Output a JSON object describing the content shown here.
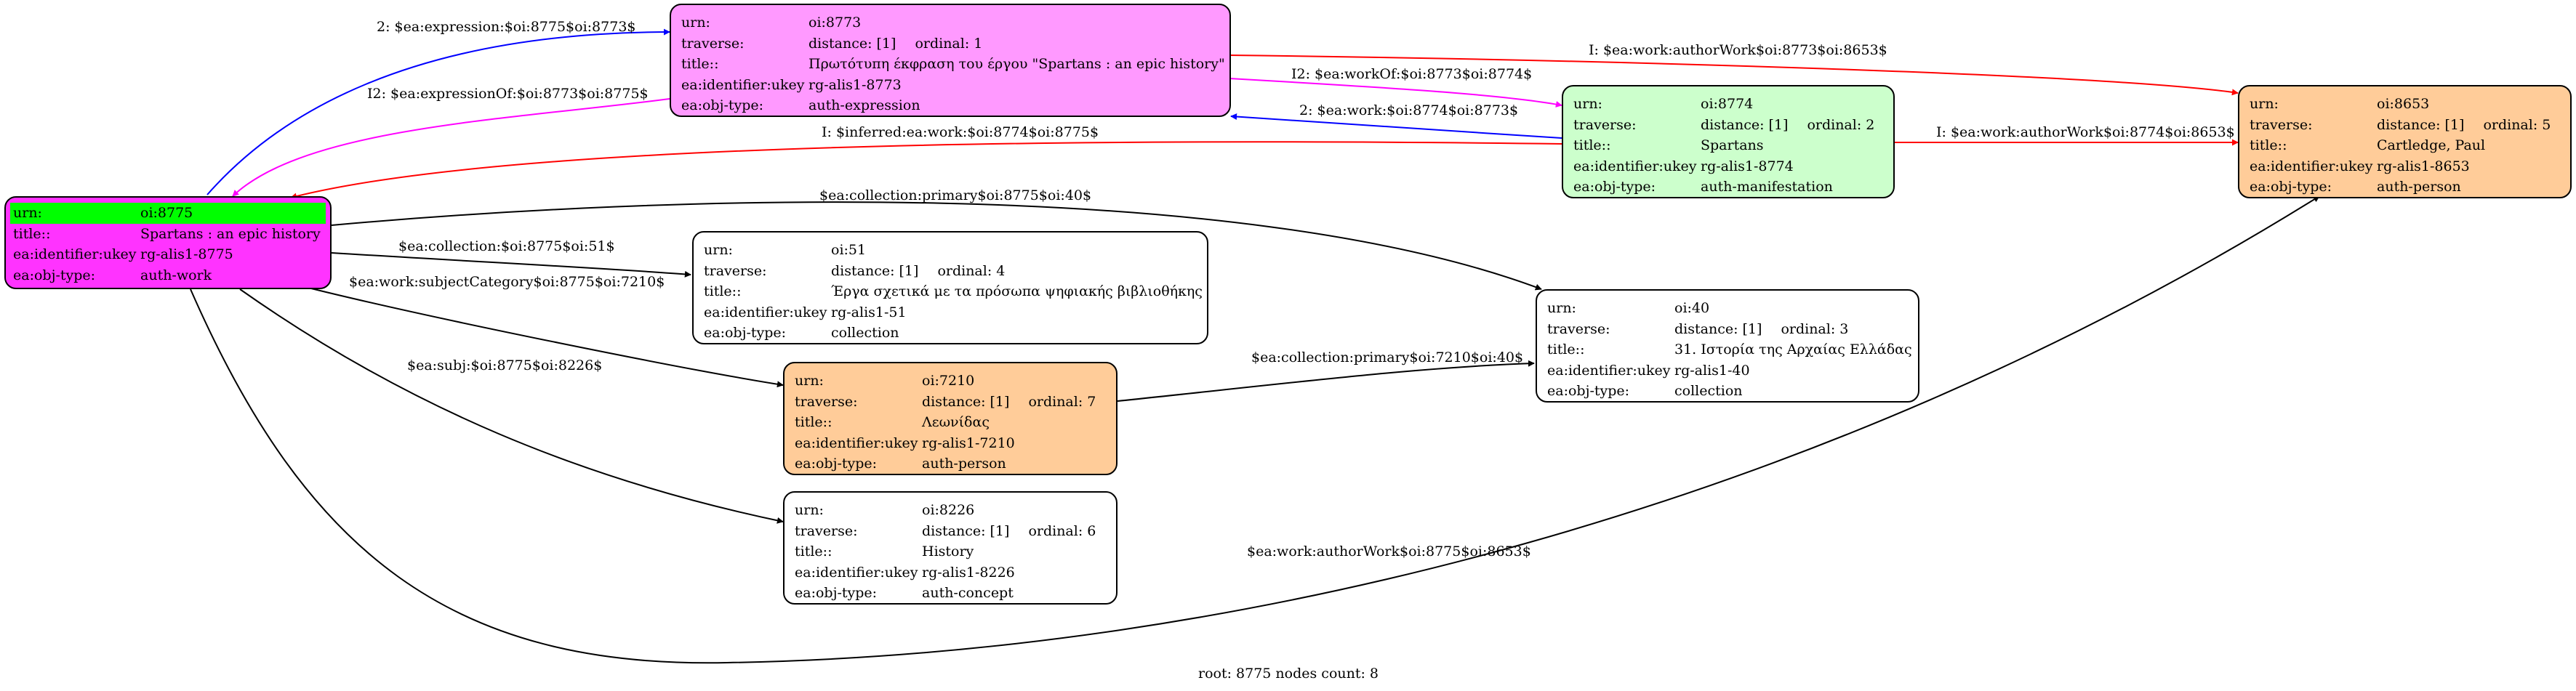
{
  "colors": {
    "work": "#ff33ff",
    "expression": "#ff99ff",
    "manifestation": "#ccffcc",
    "person": "#ffcc99",
    "plain": "#ffffff",
    "highlight": "#00ff00",
    "edge_blue": "#0000ff",
    "edge_magenta": "#ff00ff",
    "edge_red": "#ff0000",
    "edge_black": "#000000"
  },
  "labels": {
    "urn": "urn:",
    "traverse": "traverse:",
    "title": "title::",
    "ukey": "ea:identifier:ukey",
    "objtype": "ea:obj-type:"
  },
  "nodes": [
    {
      "id": "n8775",
      "urn": "oi:8775",
      "title": "Spartans : an epic history",
      "ukey": "rg-alis1-8775",
      "objtype": "auth-work",
      "fill": "#ff33ff"
    },
    {
      "id": "n8773",
      "urn": "oi:8773",
      "distance": "distance: [1]",
      "ordinal": "ordinal: 1",
      "title": "Πρωτότυπη έκφραση του έργου \"Spartans : an epic history\"",
      "ukey": "rg-alis1-8773",
      "objtype": "auth-expression",
      "fill": "#ff99ff"
    },
    {
      "id": "n8774",
      "urn": "oi:8774",
      "distance": "distance: [1]",
      "ordinal": "ordinal: 2",
      "title": "Spartans",
      "ukey": "rg-alis1-8774",
      "objtype": "auth-manifestation",
      "fill": "#ccffcc"
    },
    {
      "id": "n8653",
      "urn": "oi:8653",
      "distance": "distance: [1]",
      "ordinal": "ordinal: 5",
      "title": "Cartledge, Paul",
      "ukey": "rg-alis1-8653",
      "objtype": "auth-person",
      "fill": "#ffcc99"
    },
    {
      "id": "n51",
      "urn": "oi:51",
      "distance": "distance: [1]",
      "ordinal": "ordinal: 4",
      "title": "Έργα σχετικά με τα πρόσωπα ψηφιακής βιβλιοθήκης",
      "ukey": "rg-alis1-51",
      "objtype": "collection",
      "fill": "#ffffff"
    },
    {
      "id": "n40",
      "urn": "oi:40",
      "distance": "distance: [1]",
      "ordinal": "ordinal: 3",
      "title": "31. Ιστορία της Αρχαίας Ελλάδας",
      "ukey": "rg-alis1-40",
      "objtype": "collection",
      "fill": "#ffffff"
    },
    {
      "id": "n7210",
      "urn": "oi:7210",
      "distance": "distance: [1]",
      "ordinal": "ordinal: 7",
      "title": "Λεωνίδας",
      "ukey": "rg-alis1-7210",
      "objtype": "auth-person",
      "fill": "#ffcc99"
    },
    {
      "id": "n8226",
      "urn": "oi:8226",
      "distance": "distance: [1]",
      "ordinal": "ordinal: 6",
      "title": "History",
      "ukey": "rg-alis1-8226",
      "objtype": "auth-concept",
      "fill": "#ffffff"
    }
  ],
  "edges": [
    {
      "id": "e1",
      "label": "2: $ea:expression:$oi:8775$oi:8773$",
      "color": "#0000ff"
    },
    {
      "id": "e2",
      "label": "I2: $ea:expressionOf:$oi:8773$oi:8775$",
      "color": "#ff00ff"
    },
    {
      "id": "e3",
      "label": "I: $ea:work:authorWork$oi:8773$oi:8653$",
      "color": "#ff0000"
    },
    {
      "id": "e4",
      "label": "I2: $ea:workOf:$oi:8773$oi:8774$",
      "color": "#ff00ff"
    },
    {
      "id": "e5",
      "label": "2: $ea:work:$oi:8774$oi:8773$",
      "color": "#0000ff"
    },
    {
      "id": "e6",
      "label": "I: $inferred:ea:work:$oi:8774$oi:8775$",
      "color": "#ff0000"
    },
    {
      "id": "e7",
      "label": "I: $ea:work:authorWork$oi:8774$oi:8653$",
      "color": "#ff0000"
    },
    {
      "id": "e8",
      "label": "$ea:collection:primary$oi:8775$oi:40$",
      "color": "#000000"
    },
    {
      "id": "e9",
      "label": "$ea:collection:$oi:8775$oi:51$",
      "color": "#000000"
    },
    {
      "id": "e10",
      "label": "$ea:work:subjectCategory$oi:8775$oi:7210$",
      "color": "#000000"
    },
    {
      "id": "e11",
      "label": "$ea:collection:primary$oi:7210$oi:40$",
      "color": "#000000"
    },
    {
      "id": "e12",
      "label": "$ea:subj:$oi:8775$oi:8226$",
      "color": "#000000"
    },
    {
      "id": "e13",
      "label": "$ea:work:authorWork$oi:8775$oi:8653$",
      "color": "#000000"
    }
  ],
  "footer": "root: 8775 nodes count: 8"
}
